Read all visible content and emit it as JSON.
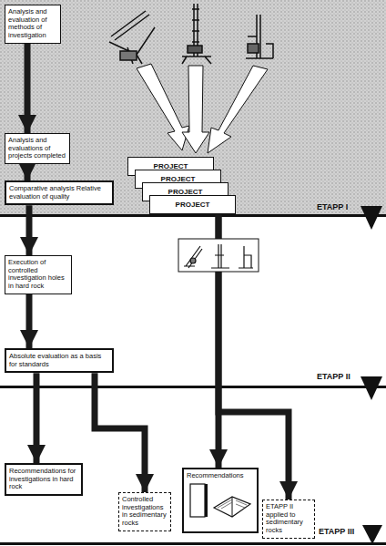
{
  "diagram": {
    "nodes": [
      {
        "text": [
          "Analysis and evaluation of methods of investigation"
        ]
      },
      {
        "text": [
          "Analysis and evaluations of projects completed"
        ]
      },
      {
        "text": [
          "PROJECT"
        ]
      },
      {
        "text": [
          "PROJECT"
        ]
      },
      {
        "text": [
          "PROJECT"
        ]
      },
      {
        "text": [
          "PROJECT"
        ]
      },
      {
        "text": [
          "Comparative analysis Relative evaluation of quality"
        ]
      },
      {
        "text": [
          "Execution of controlled investigation holes in hard rock"
        ]
      },
      {
        "text": [
          "Absolute evaluation as a basis for standards"
        ]
      },
      {
        "text": [
          "Recommendations for investigations in hard rock"
        ]
      },
      {
        "text": [
          "Controlled investigations in sedimentary rocks"
        ]
      },
      {
        "text": [
          "Recommendations"
        ]
      },
      {
        "text": [
          "ETAPP II applied to sedimentary rocks"
        ]
      }
    ],
    "edges": [
      {
        "from": 0,
        "to": 1,
        "arrow": "to"
      },
      {
        "from": 1,
        "to": 6,
        "arrow": "to"
      },
      {
        "from": 6,
        "to": 7,
        "arrow": "to"
      },
      {
        "from": 7,
        "to": 8,
        "arrow": "to"
      },
      {
        "from": 8,
        "to": 9,
        "arrow": "to"
      },
      {
        "from": 8,
        "to": 10,
        "arrow": "to"
      },
      {
        "from": 5,
        "to": 11,
        "arrow": "to"
      },
      {
        "from": 5,
        "to": 12,
        "arrow": "to"
      }
    ],
    "labels": [
      "ETAPP I",
      "ETAPP II",
      "ETAPP III"
    ]
  }
}
